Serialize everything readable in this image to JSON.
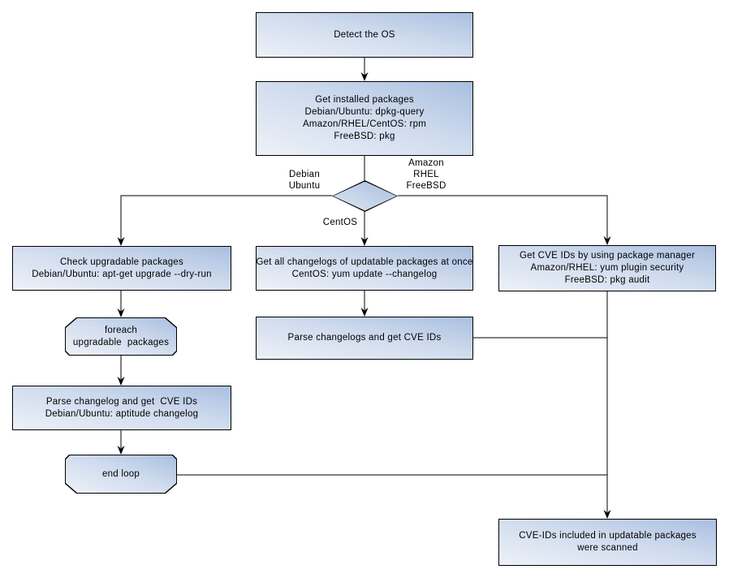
{
  "colors": {
    "node_fill_light": "#eef1f8",
    "node_fill_dark": "#a9bfdf",
    "node_border": "#000000",
    "connector": "#000000",
    "text": "#000000",
    "background": "#ffffff"
  },
  "nodes": {
    "detect_os": {
      "lines": [
        "Detect the OS"
      ]
    },
    "get_installed_packages": {
      "lines": [
        "Get installed packages",
        "Debian/Ubuntu: dpkg-query",
        "Amazon/RHEL/CentOS: rpm",
        "FreeBSD: pkg"
      ]
    },
    "check_upgradable": {
      "lines": [
        "Check upgradable packages",
        "Debian/Ubuntu: apt-get upgrade --dry-run"
      ]
    },
    "foreach_loop": {
      "lines": [
        "foreach",
        "upgradable  packages"
      ]
    },
    "parse_changelog": {
      "lines": [
        "Parse changelog and get  CVE IDs",
        "Debian/Ubuntu: aptitude changelog"
      ]
    },
    "end_loop": {
      "lines": [
        "end loop"
      ]
    },
    "get_all_changelogs": {
      "lines": [
        "Get all changelogs of updatable packages at once",
        "CentOS: yum update --changelog"
      ]
    },
    "parse_changelogs": {
      "lines": [
        "Parse changelogs and get CVE IDs"
      ]
    },
    "get_cve_ids_pkg_mgr": {
      "lines": [
        "Get CVE IDs by using package manager",
        "Amazon/RHEL: yum plugin security",
        "FreeBSD: pkg audit"
      ]
    },
    "scan_result": {
      "lines": [
        "CVE-IDs included in updatable packages",
        "were scanned"
      ]
    }
  },
  "edge_labels": {
    "debian_ubuntu": {
      "lines": [
        "Debian",
        "Ubuntu"
      ]
    },
    "amazon_rhel_freebsd": {
      "lines": [
        "Amazon",
        "RHEL",
        "FreeBSD"
      ]
    },
    "centos": {
      "lines": [
        "CentOS"
      ]
    }
  },
  "edges": [
    {
      "from": "detect_os",
      "to": "get_installed_packages"
    },
    {
      "from": "get_installed_packages",
      "to": "os_decision"
    },
    {
      "from": "os_decision",
      "to": "check_upgradable",
      "label": "Debian Ubuntu"
    },
    {
      "from": "os_decision",
      "to": "get_all_changelogs",
      "label": "CentOS"
    },
    {
      "from": "os_decision",
      "to": "get_cve_ids_pkg_mgr",
      "label": "Amazon RHEL FreeBSD"
    },
    {
      "from": "check_upgradable",
      "to": "foreach_loop"
    },
    {
      "from": "foreach_loop",
      "to": "parse_changelog"
    },
    {
      "from": "parse_changelog",
      "to": "end_loop"
    },
    {
      "from": "get_all_changelogs",
      "to": "parse_changelogs"
    },
    {
      "from": "end_loop",
      "to": "scan_result"
    },
    {
      "from": "parse_changelogs",
      "to": "scan_result"
    },
    {
      "from": "get_cve_ids_pkg_mgr",
      "to": "scan_result"
    }
  ]
}
